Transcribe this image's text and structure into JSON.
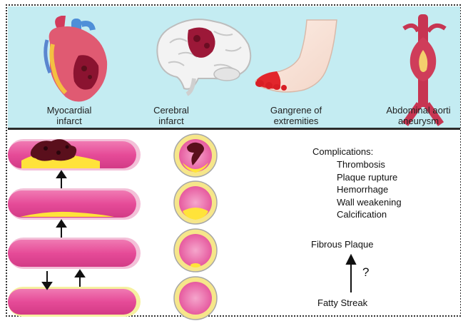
{
  "organs": [
    {
      "id": "heart",
      "label": "Myocardial\ninfarct",
      "icon": "heart-icon"
    },
    {
      "id": "brain",
      "label": "Cerebral\ninfarct",
      "icon": "brain-icon"
    },
    {
      "id": "foot",
      "label": "Gangrene of\nextremities",
      "icon": "foot-icon"
    },
    {
      "id": "aorta",
      "label": "Abdominal aorti\naneurysm",
      "icon": "aorta-icon"
    }
  ],
  "complications": {
    "title": "Complications:",
    "items": [
      "Thrombosis",
      "Plaque rupture",
      "Hemorrhage",
      "Wall weakening",
      "Calcification"
    ]
  },
  "progression": {
    "top": "Fibrous Plaque",
    "bottom": "Fatty Streak",
    "question": "?"
  },
  "colors": {
    "panel": "#c4ecf2",
    "vessel": "#e8519b",
    "vessel_wall": "#f6bfd9",
    "plaque": "#ffe33a",
    "thrombus": "#5a0f1c",
    "infarct": "#8b1330"
  }
}
